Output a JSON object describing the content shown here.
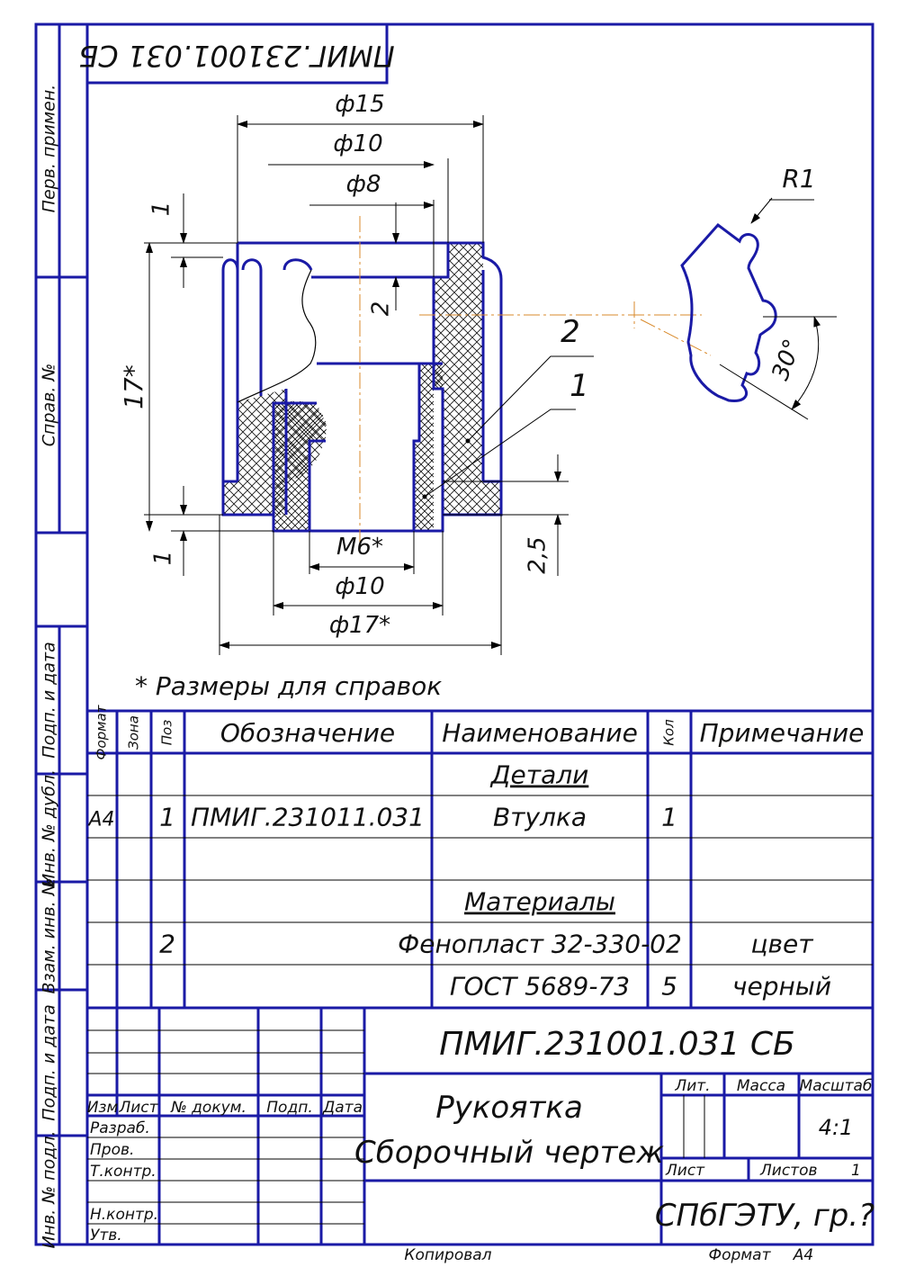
{
  "stamp_top": "ПМИГ.231001.031 СБ",
  "side_labels": {
    "perv_primen": "Перв. примен.",
    "sprav_no": "Справ. №",
    "podp_data_1": "Подп. и дата",
    "inv_dubl": "Инв. № дубл.",
    "vzam_inv": "Взам. инв. №",
    "podp_data_2": "Подп. и дата",
    "inv_podl": "Инв. № подл."
  },
  "dimensions": {
    "d15": "ф15",
    "d10_top": "ф10",
    "d8": "ф8",
    "h1_top": "1",
    "h17": "17*",
    "h1_bottom": "1",
    "h2": "2",
    "h2_5": "2,5",
    "m6": "M6*",
    "d10_bottom": "ф10",
    "d17": "ф17*",
    "r1": "R1",
    "angle": "30°",
    "pos1": "1",
    "pos2": "2"
  },
  "note": "* Размеры для справок",
  "spec": {
    "headers": {
      "format": "Формат",
      "zone": "Зона",
      "pos": "Поз",
      "designation": "Обозначение",
      "name": "Наименование",
      "qty": "Кол",
      "note": "Примечание"
    },
    "rows": [
      {
        "format": "",
        "pos": "",
        "designation": "",
        "name": "Детали",
        "qty": "",
        "note": "",
        "section": true
      },
      {
        "format": "А4",
        "pos": "1",
        "designation": "ПМИГ.231011.031",
        "name": "Втулка",
        "qty": "1",
        "note": ""
      },
      {
        "format": "",
        "pos": "",
        "designation": "",
        "name": "",
        "qty": "",
        "note": ""
      },
      {
        "format": "",
        "pos": "",
        "designation": "",
        "name": "Материалы",
        "qty": "",
        "note": "",
        "section": true
      },
      {
        "format": "",
        "pos": "2",
        "designation": "",
        "name": "Фенопласт 32-330-02",
        "qty": "",
        "note": "цвет"
      },
      {
        "format": "",
        "pos": "",
        "designation": "",
        "name": "ГОСТ 5689-73",
        "qty": "5",
        "note": "черный"
      }
    ]
  },
  "title_block": {
    "designation": "ПМИГ.231001.031 СБ",
    "title_line1": "Рукоятка",
    "title_line2": "Сборочный чертеж",
    "col_izm": "Изм",
    "col_list": "Лист",
    "col_doc": "№ докум.",
    "col_podp": "Подп.",
    "col_data": "Дата",
    "razrab": "Разраб.",
    "prov": "Пров.",
    "tkontr": "Т.контр.",
    "nkontr": "Н.контр.",
    "utv": "Утв.",
    "lit": "Лит.",
    "massa": "Масса",
    "masshtab": "Масштаб",
    "scale": "4:1",
    "sheet_label": "Лист",
    "sheets_label": "Листов",
    "sheets": "1",
    "org": "СПбГЭТУ, гр.?"
  },
  "footer": {
    "copied": "Копировал",
    "format_label": "Формат",
    "format": "А4"
  }
}
